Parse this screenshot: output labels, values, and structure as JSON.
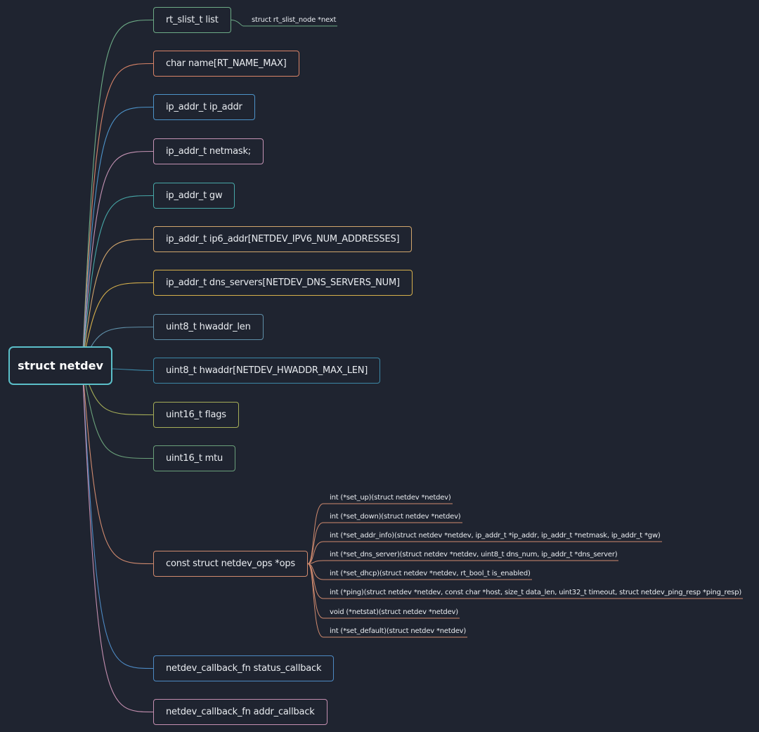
{
  "root": {
    "label": "struct netdev",
    "color": "#5bbfc9"
  },
  "fields": [
    {
      "label": "rt_slist_t list",
      "color": "#6dab86",
      "children": [
        {
          "label": "struct rt_slist_node *next"
        }
      ]
    },
    {
      "label": "char name[RT_NAME_MAX]",
      "color": "#d98468"
    },
    {
      "label": "ip_addr_t ip_addr",
      "color": "#4d93c9"
    },
    {
      "label": "ip_addr_t netmask;",
      "color": "#c493b4"
    },
    {
      "label": "ip_addr_t gw",
      "color": "#47a8a8"
    },
    {
      "label": "ip_addr_t ip6_addr[NETDEV_IPV6_NUM_ADDRESSES]",
      "color": "#d2a66c"
    },
    {
      "label": "ip_addr_t dns_servers[NETDEV_DNS_SERVERS_NUM]",
      "color": "#d6b04c"
    },
    {
      "label": "uint8_t hwaddr_len",
      "color": "#5f8fa8"
    },
    {
      "label": "uint8_t hwaddr[NETDEV_HWADDR_MAX_LEN]",
      "color": "#3c88a6"
    },
    {
      "label": "uint16_t flags",
      "color": "#a5ad58"
    },
    {
      "label": "uint16_t mtu",
      "color": "#6aa07a"
    },
    {
      "label": "const struct netdev_ops *ops",
      "color": "#d08a6e",
      "children": [
        {
          "label": "int (*set_up)(struct netdev *netdev)"
        },
        {
          "label": "int (*set_down)(struct netdev *netdev)"
        },
        {
          "label": "int (*set_addr_info)(struct netdev *netdev, ip_addr_t *ip_addr, ip_addr_t *netmask, ip_addr_t *gw)"
        },
        {
          "label": "int (*set_dns_server)(struct netdev *netdev, uint8_t dns_num, ip_addr_t *dns_server)"
        },
        {
          "label": "int (*set_dhcp)(struct netdev *netdev, rt_bool_t is_enabled)"
        },
        {
          "label": "int (*ping)(struct netdev *netdev, const char *host, size_t data_len, uint32_t timeout, struct netdev_ping_resp *ping_resp)"
        },
        {
          "label": "void (*netstat)(struct netdev *netdev)"
        },
        {
          "label": "int (*set_default)(struct netdev *netdev)"
        }
      ]
    },
    {
      "label": "netdev_callback_fn status_callback",
      "color": "#4d8ac4"
    },
    {
      "label": "netdev_callback_fn addr_callback",
      "color": "#c48fb0"
    }
  ]
}
